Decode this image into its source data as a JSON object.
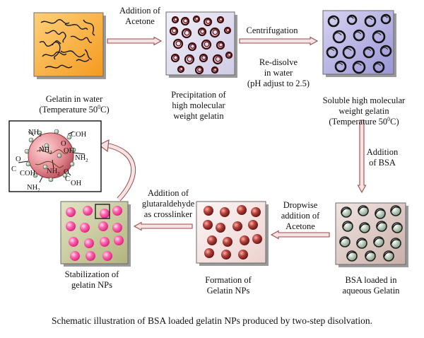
{
  "colors": {
    "orange_box": "#f5a623",
    "lavender_box": "#d8d5ec",
    "violet_box": "#a8a4dc",
    "pink_box": "#f3dedd",
    "olive_box": "#bfc190",
    "arrow_fill": "#f6e3e3",
    "arrow_stroke": "#9b4a4a",
    "dark_red_particle": "#7a1f1f",
    "pink_particle": "#ff4fa0"
  },
  "labels": {
    "gelatin_water_1": "Gelatin in water",
    "gelatin_water_2": "(Temperature 50",
    "gelatin_water_sup": "0",
    "gelatin_water_3": "C)",
    "precip_1": "Precipitation of",
    "precip_2": "high molecular",
    "precip_3": "weight gelatin",
    "soluble_1": "Soluble high molecular",
    "soluble_2": "weight gelatin",
    "soluble_3": "(Temperature 50",
    "soluble_sup": "0",
    "soluble_4": "C)",
    "bsa_loaded_1": "BSA loaded in",
    "bsa_loaded_2": "aqueous Gelatin",
    "formation_1": "Formation of",
    "formation_2": "Gelatin NPs",
    "stabil_1": "Stabilization of",
    "stabil_2": "gelatin NPs"
  },
  "steps": {
    "acetone_1": "Addition of",
    "acetone_2": "Acetone",
    "centrifugation": "Centrifugation",
    "redissolve_1": "Re-disolve",
    "redissolve_2": "in water",
    "redissolve_3": "(pH adjust to 2.5)",
    "bsa_1": "Addition",
    "bsa_2": "of BSA",
    "dropwise_1": "Dropwise",
    "dropwise_2": "addition of",
    "dropwise_3": "Acetone",
    "glut_1": "Addition of",
    "glut_2": "glutaraldehyde",
    "glut_3": "as crosslinker"
  },
  "zoom_labels": {
    "nh2_a": "NH",
    "nh2_b": "NH",
    "nh2_c": "NH",
    "nh2_d": "NH",
    "nh2_e": "NH",
    "sub2": "2",
    "cooh_a": "COH",
    "cooh_b": "COH",
    "o_a": "O",
    "o_b": "O",
    "o_c": "O",
    "oh_a": "OH",
    "oh_b": "OH",
    "c_a": "C",
    "c_b": "C"
  },
  "caption": "Schematic illustration of BSA loaded gelatin NPs produced by two-step disolvation."
}
